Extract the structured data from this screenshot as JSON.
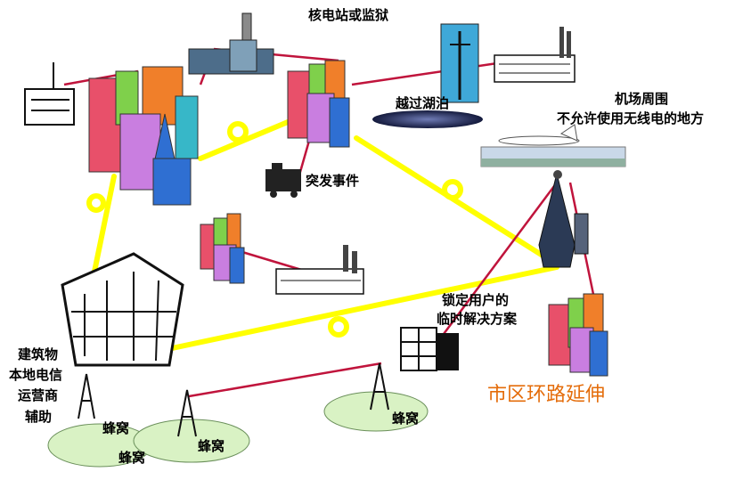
{
  "labels": {
    "nuclear": "核电站或监狱",
    "lake": "越过湖泊",
    "airport_line1": "机场周围",
    "airport_line2": "不允许使用无线电的地方",
    "emergency": "突发事件",
    "locked_line1": "锁定用户的",
    "locked_line2": "临时解决方案",
    "building_line1": "建筑物",
    "building_line2": "本地电信",
    "building_line3": "运营商",
    "building_line4": "辅助",
    "ring_extension": "市区环路延伸",
    "cell_1": "蜂窝",
    "cell_2": "蜂窝",
    "cell_3": "蜂窝",
    "cell_4": "蜂窝"
  },
  "colors": {
    "ring": "#ffff00",
    "link": "#c0143c",
    "cell_fill": "#d9f2c4",
    "orange_text": "#e46c0a",
    "lake": "#1f2a5a"
  }
}
